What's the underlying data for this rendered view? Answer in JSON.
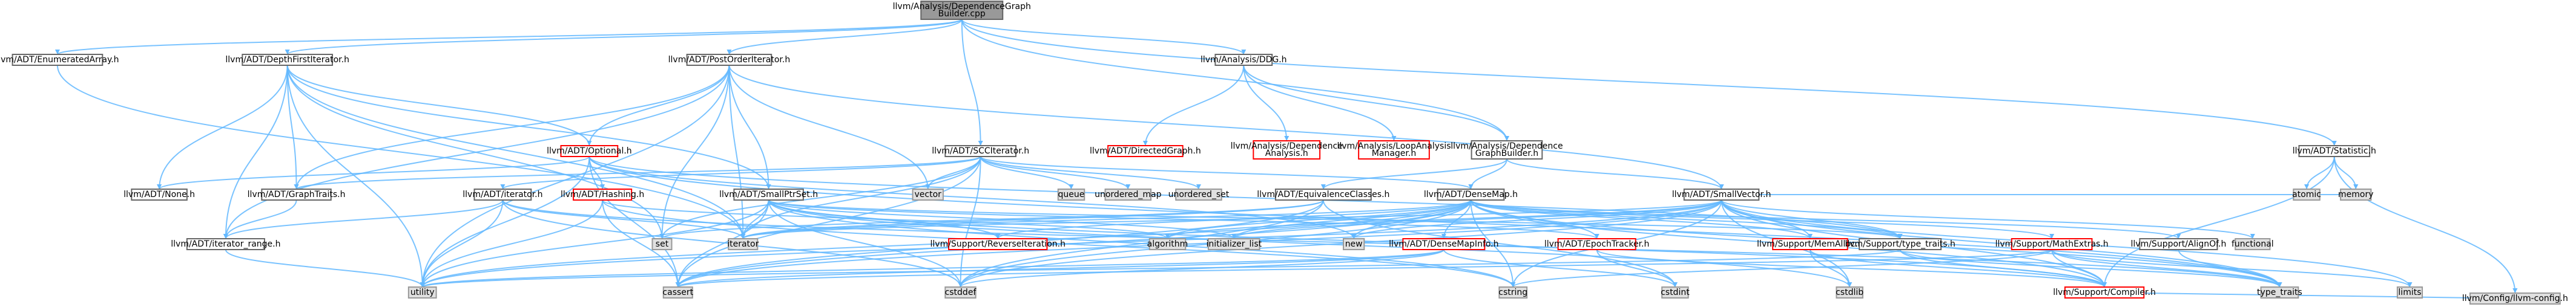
{
  "graph": {
    "type": "include-dependency-graph",
    "colors": {
      "root_fill": "#999999",
      "node_fill": "#ffffff",
      "node_border": "#666666",
      "truncated_border": "#ff0000",
      "system_fill": "#e0e0e0",
      "system_border": "#999999",
      "edge": "#63b8ff",
      "text": "#000000"
    },
    "nodes": [
      {
        "id": "root",
        "lines": [
          "llvm/Analysis/DependenceGraph",
          "Builder.cpp"
        ],
        "style": "root"
      },
      {
        "id": "enumarr",
        "lines": [
          "llvm/ADT/EnumeratedArray.h"
        ],
        "style": "normal"
      },
      {
        "id": "dfi",
        "lines": [
          "llvm/ADT/DepthFirstIterator.h"
        ],
        "style": "normal"
      },
      {
        "id": "poi",
        "lines": [
          "llvm/ADT/PostOrderIterator.h"
        ],
        "style": "normal"
      },
      {
        "id": "ddg",
        "lines": [
          "llvm/Analysis/DDG.h"
        ],
        "style": "normal"
      },
      {
        "id": "statistic",
        "lines": [
          "llvm/ADT/Statistic.h"
        ],
        "style": "normal"
      },
      {
        "id": "sccit",
        "lines": [
          "llvm/ADT/SCCIterator.h"
        ],
        "style": "normal"
      },
      {
        "id": "optional",
        "lines": [
          "llvm/ADT/Optional.h"
        ],
        "style": "truncated"
      },
      {
        "id": "dirgraph",
        "lines": [
          "llvm/ADT/DirectedGraph.h"
        ],
        "style": "truncated"
      },
      {
        "id": "depanalysis",
        "lines": [
          "llvm/Analysis/Dependence",
          "Analysis.h"
        ],
        "style": "truncated"
      },
      {
        "id": "loopanalysis",
        "lines": [
          "llvm/Analysis/LoopAnalysis",
          "Manager.h"
        ],
        "style": "truncated"
      },
      {
        "id": "depgraphbuilder",
        "lines": [
          "llvm/Analysis/Dependence",
          "GraphBuilder.h"
        ],
        "style": "normal"
      },
      {
        "id": "none",
        "lines": [
          "llvm/ADT/None.h"
        ],
        "style": "normal"
      },
      {
        "id": "graphtraits",
        "lines": [
          "llvm/ADT/GraphTraits.h"
        ],
        "style": "normal"
      },
      {
        "id": "iterator",
        "lines": [
          "llvm/ADT/iterator.h"
        ],
        "style": "normal"
      },
      {
        "id": "hashing",
        "lines": [
          "llvm/ADT/Hashing.h"
        ],
        "style": "truncated"
      },
      {
        "id": "smallptrset",
        "lines": [
          "llvm/ADT/SmallPtrSet.h"
        ],
        "style": "normal"
      },
      {
        "id": "vector",
        "lines": [
          "vector"
        ],
        "style": "system"
      },
      {
        "id": "queue",
        "lines": [
          "queue"
        ],
        "style": "system"
      },
      {
        "id": "unordered_map",
        "lines": [
          "unordered_map"
        ],
        "style": "system"
      },
      {
        "id": "unordered_set",
        "lines": [
          "unordered_set"
        ],
        "style": "system"
      },
      {
        "id": "eqclasses",
        "lines": [
          "llvm/ADT/EquivalenceClasses.h"
        ],
        "style": "normal"
      },
      {
        "id": "smallvector",
        "lines": [
          "llvm/ADT/SmallVector.h"
        ],
        "style": "normal"
      },
      {
        "id": "densemap",
        "lines": [
          "llvm/ADT/DenseMap.h"
        ],
        "style": "normal"
      },
      {
        "id": "atomic",
        "lines": [
          "atomic"
        ],
        "style": "system"
      },
      {
        "id": "memory",
        "lines": [
          "memory"
        ],
        "style": "system"
      },
      {
        "id": "iterrange",
        "lines": [
          "llvm/ADT/iterator_range.h"
        ],
        "style": "normal"
      },
      {
        "id": "iterator_std",
        "lines": [
          "iterator"
        ],
        "style": "system"
      },
      {
        "id": "set",
        "lines": [
          "set"
        ],
        "style": "system"
      },
      {
        "id": "revit",
        "lines": [
          "llvm/Support/ReverseIteration.h"
        ],
        "style": "truncated"
      },
      {
        "id": "algorithm",
        "lines": [
          "algorithm"
        ],
        "style": "system"
      },
      {
        "id": "initlist",
        "lines": [
          "initializer_list"
        ],
        "style": "system"
      },
      {
        "id": "new",
        "lines": [
          "new"
        ],
        "style": "system"
      },
      {
        "id": "densemapinfo",
        "lines": [
          "llvm/ADT/DenseMapInfo.h"
        ],
        "style": "truncated"
      },
      {
        "id": "epoch",
        "lines": [
          "llvm/ADT/EpochTracker.h"
        ],
        "style": "truncated"
      },
      {
        "id": "memalloc",
        "lines": [
          "llvm/Support/MemAlloc.h"
        ],
        "style": "truncated"
      },
      {
        "id": "typetraits_llvm",
        "lines": [
          "llvm/Support/type_traits.h"
        ],
        "style": "normal"
      },
      {
        "id": "mathextras",
        "lines": [
          "llvm/Support/MathExtras.h"
        ],
        "style": "truncated"
      },
      {
        "id": "alignof",
        "lines": [
          "llvm/Support/AlignOf.h"
        ],
        "style": "normal"
      },
      {
        "id": "functional",
        "lines": [
          "functional"
        ],
        "style": "system"
      },
      {
        "id": "utility",
        "lines": [
          "utility"
        ],
        "style": "system"
      },
      {
        "id": "cassert",
        "lines": [
          "cassert"
        ],
        "style": "system"
      },
      {
        "id": "cstddef",
        "lines": [
          "cstddef"
        ],
        "style": "system"
      },
      {
        "id": "cstring",
        "lines": [
          "cstring"
        ],
        "style": "system"
      },
      {
        "id": "cstdint",
        "lines": [
          "cstdint"
        ],
        "style": "system"
      },
      {
        "id": "cstdlib",
        "lines": [
          "cstdlib"
        ],
        "style": "system"
      },
      {
        "id": "compiler",
        "lines": [
          "llvm/Support/Compiler.h"
        ],
        "style": "truncated"
      },
      {
        "id": "type_traits",
        "lines": [
          "type_traits"
        ],
        "style": "system"
      },
      {
        "id": "limits",
        "lines": [
          "limits"
        ],
        "style": "system"
      },
      {
        "id": "llvmconfig",
        "lines": [
          "llvm/Config/llvm-config.h"
        ],
        "style": "system"
      }
    ],
    "edges": [
      [
        "root",
        "enumarr"
      ],
      [
        "root",
        "dfi"
      ],
      [
        "root",
        "poi"
      ],
      [
        "root",
        "sccit"
      ],
      [
        "root",
        "ddg"
      ],
      [
        "root",
        "depgraphbuilder"
      ],
      [
        "root",
        "statistic"
      ],
      [
        "enumarr",
        "iterator_std"
      ],
      [
        "dfi",
        "graphtraits"
      ],
      [
        "dfi",
        "none"
      ],
      [
        "dfi",
        "optional"
      ],
      [
        "dfi",
        "smallptrset"
      ],
      [
        "dfi",
        "iterrange"
      ],
      [
        "dfi",
        "iterator_std"
      ],
      [
        "dfi",
        "set"
      ],
      [
        "dfi",
        "utility"
      ],
      [
        "poi",
        "graphtraits"
      ],
      [
        "poi",
        "optional"
      ],
      [
        "poi",
        "smallptrset"
      ],
      [
        "poi",
        "smallvector"
      ],
      [
        "poi",
        "iterrange"
      ],
      [
        "poi",
        "iterator_std"
      ],
      [
        "poi",
        "set"
      ],
      [
        "poi",
        "utility"
      ],
      [
        "poi",
        "vector"
      ],
      [
        "sccit",
        "densemap"
      ],
      [
        "sccit",
        "graphtraits"
      ],
      [
        "sccit",
        "iterator"
      ],
      [
        "sccit",
        "cassert"
      ],
      [
        "sccit",
        "cstddef"
      ],
      [
        "sccit",
        "iterator_std"
      ],
      [
        "sccit",
        "queue"
      ],
      [
        "sccit",
        "set"
      ],
      [
        "sccit",
        "unordered_map"
      ],
      [
        "sccit",
        "unordered_set"
      ],
      [
        "sccit",
        "vector"
      ],
      [
        "ddg",
        "dirgraph"
      ],
      [
        "ddg",
        "depanalysis"
      ],
      [
        "ddg",
        "loopanalysis"
      ],
      [
        "ddg",
        "depgraphbuilder"
      ],
      [
        "depgraphbuilder",
        "eqclasses"
      ],
      [
        "depgraphbuilder",
        "smallvector"
      ],
      [
        "depgraphbuilder",
        "densemap"
      ],
      [
        "statistic",
        "compiler"
      ],
      [
        "statistic",
        "atomic"
      ],
      [
        "statistic",
        "memory"
      ],
      [
        "statistic",
        "llvmconfig"
      ],
      [
        "optional",
        "none"
      ],
      [
        "optional",
        "hashing"
      ],
      [
        "optional",
        "type_traits"
      ],
      [
        "optional",
        "typetraits_llvm"
      ],
      [
        "optional",
        "cassert"
      ],
      [
        "optional",
        "new"
      ],
      [
        "optional",
        "utility"
      ],
      [
        "graphtraits",
        "iterrange"
      ],
      [
        "iterator",
        "iterrange"
      ],
      [
        "iterator",
        "cstddef"
      ],
      [
        "iterator",
        "iterator_std"
      ],
      [
        "iterator",
        "type_traits"
      ],
      [
        "iterator",
        "utility"
      ],
      [
        "hashing",
        "cassert"
      ],
      [
        "hashing",
        "cstring"
      ],
      [
        "hashing",
        "algorithm"
      ],
      [
        "hashing",
        "utility"
      ],
      [
        "smallptrset",
        "revit"
      ],
      [
        "smallptrset",
        "epoch"
      ],
      [
        "smallptrset",
        "compiler"
      ],
      [
        "smallptrset",
        "typetraits_llvm"
      ],
      [
        "smallptrset",
        "cassert"
      ],
      [
        "smallptrset",
        "cstddef"
      ],
      [
        "smallptrset",
        "cstring"
      ],
      [
        "smallptrset",
        "cstdlib"
      ],
      [
        "smallptrset",
        "initlist"
      ],
      [
        "smallptrset",
        "iterator_std"
      ],
      [
        "smallptrset",
        "utility"
      ],
      [
        "iterrange",
        "utility"
      ],
      [
        "eqclasses",
        "cassert"
      ],
      [
        "eqclasses",
        "cstddef"
      ],
      [
        "eqclasses",
        "cstdint"
      ],
      [
        "eqclasses",
        "iterator_std"
      ],
      [
        "eqclasses",
        "set"
      ],
      [
        "densemap",
        "densemapinfo"
      ],
      [
        "densemap",
        "epoch"
      ],
      [
        "densemap",
        "alignof"
      ],
      [
        "densemap",
        "compiler"
      ],
      [
        "densemap",
        "mathextras"
      ],
      [
        "densemap",
        "memalloc"
      ],
      [
        "densemap",
        "revit"
      ],
      [
        "densemap",
        "typetraits_llvm"
      ],
      [
        "densemap",
        "algorithm"
      ],
      [
        "densemap",
        "cassert"
      ],
      [
        "densemap",
        "cstddef"
      ],
      [
        "densemap",
        "cstring"
      ],
      [
        "densemap",
        "initlist"
      ],
      [
        "densemap",
        "iterator_std"
      ],
      [
        "densemap",
        "new"
      ],
      [
        "densemap",
        "type_traits"
      ],
      [
        "densemap",
        "utility"
      ],
      [
        "smallvector",
        "compiler"
      ],
      [
        "smallvector",
        "memalloc"
      ],
      [
        "smallvector",
        "typetraits_llvm"
      ],
      [
        "smallvector",
        "algorithm"
      ],
      [
        "smallvector",
        "cassert"
      ],
      [
        "smallvector",
        "cstddef"
      ],
      [
        "smallvector",
        "cstdlib"
      ],
      [
        "smallvector",
        "cstring"
      ],
      [
        "smallvector",
        "functional"
      ],
      [
        "smallvector",
        "initlist"
      ],
      [
        "smallvector",
        "iterator_std"
      ],
      [
        "smallvector",
        "limits"
      ],
      [
        "smallvector",
        "memory"
      ],
      [
        "smallvector",
        "new"
      ],
      [
        "smallvector",
        "type_traits"
      ],
      [
        "smallvector",
        "utility"
      ],
      [
        "densemapinfo",
        "cassert"
      ],
      [
        "densemapinfo",
        "cstddef"
      ],
      [
        "densemapinfo",
        "cstdint"
      ],
      [
        "densemapinfo",
        "utility"
      ],
      [
        "epoch",
        "compiler"
      ],
      [
        "epoch",
        "cstdint"
      ],
      [
        "memalloc",
        "compiler"
      ],
      [
        "memalloc",
        "cstdlib"
      ],
      [
        "typetraits_llvm",
        "compiler"
      ],
      [
        "typetraits_llvm",
        "type_traits"
      ],
      [
        "typetraits_llvm",
        "utility"
      ],
      [
        "mathextras",
        "compiler"
      ],
      [
        "mathextras",
        "cassert"
      ],
      [
        "mathextras",
        "climits_placeholder_skip"
      ],
      [
        "mathextras",
        "cstring"
      ],
      [
        "mathextras",
        "limits"
      ],
      [
        "mathextras",
        "type_traits"
      ],
      [
        "alignof",
        "type_traits"
      ],
      [
        "compiler",
        "llvmconfig"
      ]
    ]
  }
}
